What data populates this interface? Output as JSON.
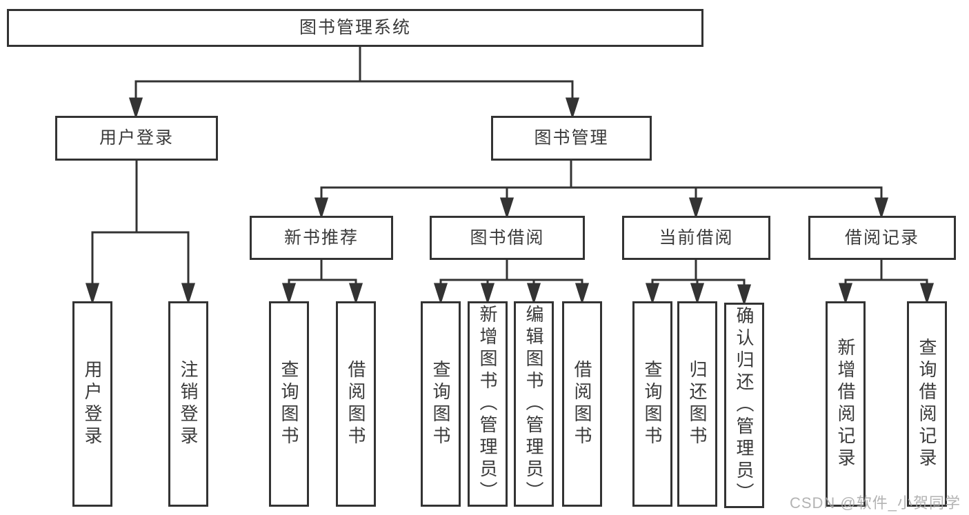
{
  "diagram": {
    "tree": {
      "root": {
        "label": "图书管理系统",
        "children": [
          {
            "label": "用户登录",
            "children": [
              {
                "label": "用户登录"
              },
              {
                "label": "注销登录"
              }
            ]
          },
          {
            "label": "图书管理",
            "children": [
              {
                "label": "新书推荐",
                "children": [
                  {
                    "label": "查询图书"
                  },
                  {
                    "label": "借阅图书"
                  }
                ]
              },
              {
                "label": "图书借阅",
                "children": [
                  {
                    "label": "查询图书"
                  },
                  {
                    "label": "新增图书（管理员）"
                  },
                  {
                    "label": "编辑图书（管理员）"
                  },
                  {
                    "label": "借阅图书"
                  }
                ]
              },
              {
                "label": "当前借阅",
                "children": [
                  {
                    "label": "查询图书"
                  },
                  {
                    "label": "归还图书"
                  },
                  {
                    "label": "确认归还（管理员）"
                  }
                ]
              },
              {
                "label": "借阅记录",
                "children": [
                  {
                    "label": "新增借阅记录"
                  },
                  {
                    "label": "查询借阅记录"
                  }
                ]
              }
            ]
          }
        ]
      }
    },
    "watermark": "CSDN @软件_小贺同学",
    "colors": {
      "line": "#333333",
      "text": "#3a3a3a",
      "watermark": "#a8a8a8",
      "background": "#ffffff"
    }
  }
}
